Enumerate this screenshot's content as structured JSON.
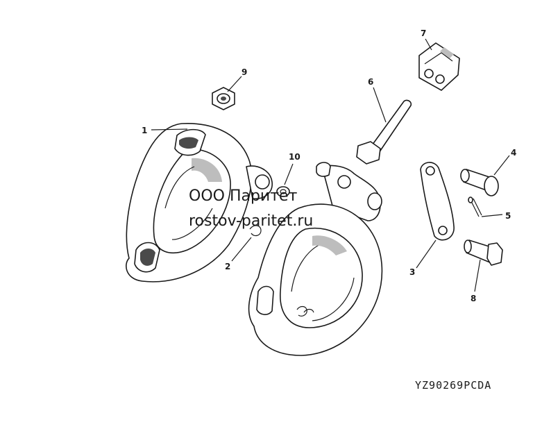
{
  "callouts": {
    "c1": "1",
    "c2": "2",
    "c3": "3",
    "c4": "4",
    "c5": "5",
    "c6": "6",
    "c7": "7",
    "c8": "8",
    "c9": "9",
    "c10": "10"
  },
  "watermark": {
    "line1": "ООО Паритет",
    "line2": "rostov-paritet.ru"
  },
  "reference_code": "YZ90269PCDA"
}
